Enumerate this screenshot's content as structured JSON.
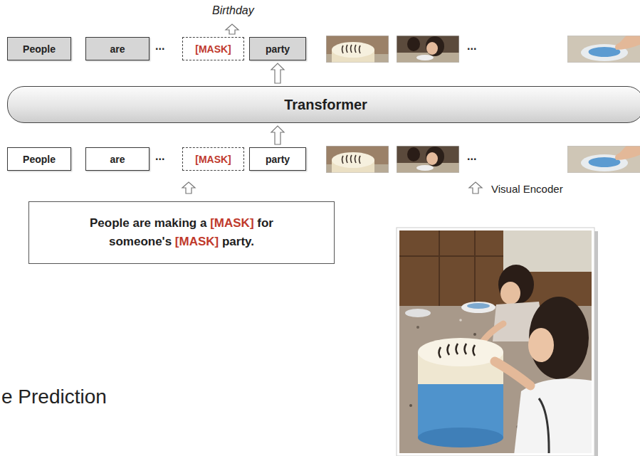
{
  "diagram": {
    "nodes": [
      {
        "text": [
          "People"
        ]
      },
      {
        "text": [
          "are"
        ]
      },
      {
        "text": [
          "[MASK]"
        ]
      },
      {
        "text": [
          "party"
        ]
      },
      {
        "text": [
          "Transformer"
        ]
      },
      {
        "text": [
          "People"
        ]
      },
      {
        "text": [
          "are"
        ]
      },
      {
        "text": [
          "[MASK]"
        ]
      },
      {
        "text": [
          "party"
        ]
      },
      {
        "text": [
          "People are making a [MASK] for someone's [MASK] party."
        ]
      }
    ],
    "edges": [
      {
        "from": 8,
        "to": 4,
        "arrow": "to"
      },
      {
        "from": 4,
        "to": 3,
        "arrow": "to"
      }
    ],
    "labels": [
      "Birthday",
      "...",
      "...",
      "...",
      "...",
      "Visual Encoder",
      "e Prediction"
    ]
  }
}
